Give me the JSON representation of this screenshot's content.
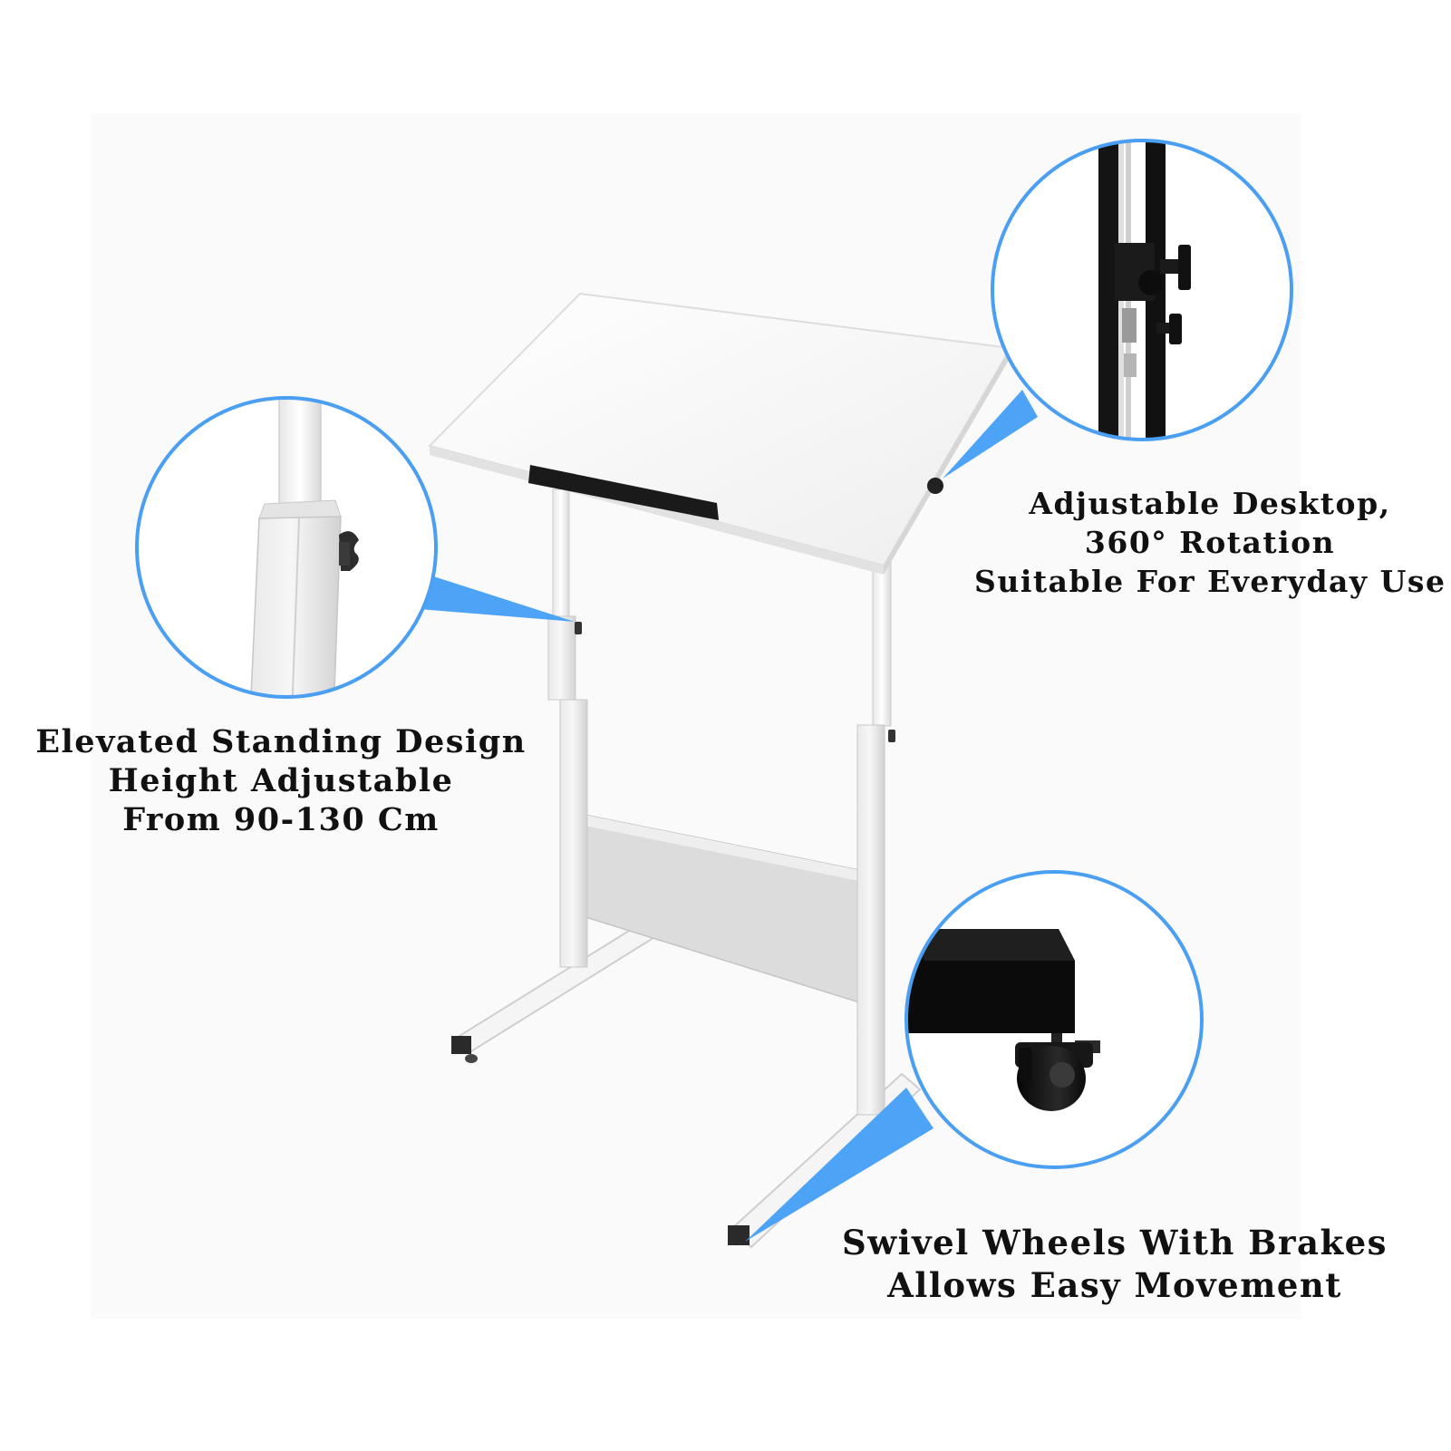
{
  "colors": {
    "callout_ring": "#4a9ff2",
    "callout_pointer": "#4da3f5",
    "frame_white": "#f2f2f2",
    "frame_shade": "#d4d4d4",
    "hardware_black": "#151515",
    "caption_text": "#111111"
  },
  "callouts": [
    {
      "id": "height",
      "icon": "telescopic-leg-knob-closeup",
      "lines": [
        "Elevated Standing Design",
        "Height Adjustable",
        "From 90-130 Cm"
      ]
    },
    {
      "id": "desktop",
      "icon": "tilt-hinge-knob-closeup",
      "lines": [
        "Adjustable Desktop,",
        "360° Rotation",
        "Suitable For Everyday Use"
      ]
    },
    {
      "id": "wheels",
      "icon": "caster-wheel-brake-closeup",
      "lines": [
        "Swivel Wheels With Brakes",
        "Allows Easy Movement"
      ]
    }
  ]
}
